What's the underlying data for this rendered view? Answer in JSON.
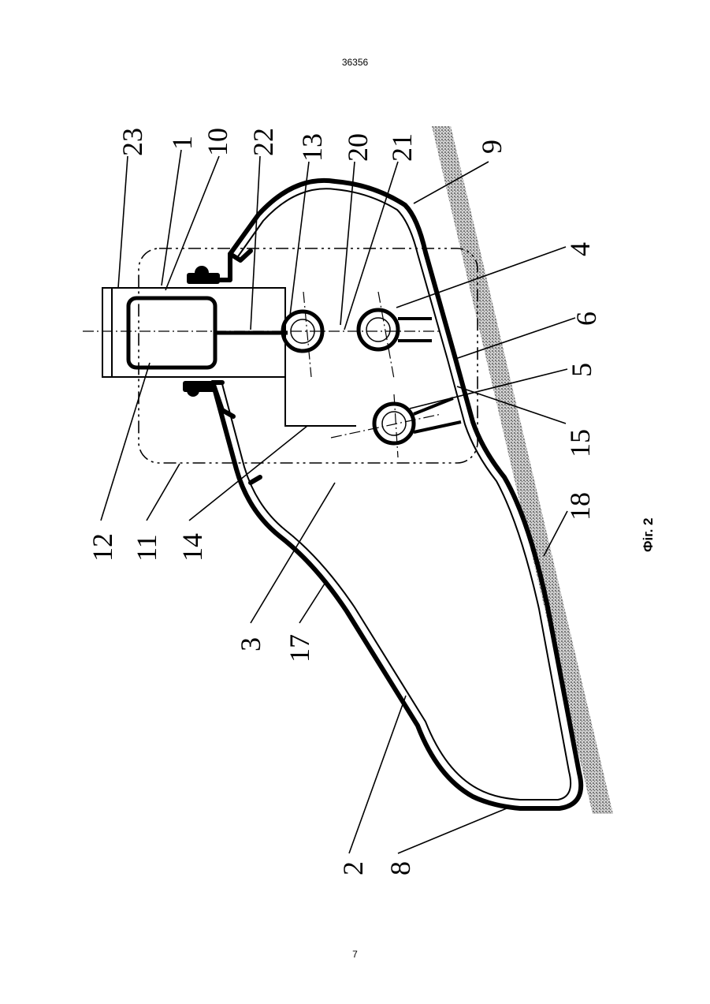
{
  "header": {
    "doc_number": "36356"
  },
  "footer": {
    "page_number": "7"
  },
  "figure": {
    "caption": "Фіг. 2",
    "labels": {
      "l23": "23",
      "l1": "1",
      "l10": "10",
      "l22": "22",
      "l13": "13",
      "l20": "20",
      "l21": "21",
      "l9": "9",
      "l4": "4",
      "l6": "6",
      "l5": "5",
      "l15": "15",
      "l18": "18",
      "l12": "12",
      "l11": "11",
      "l14": "14",
      "l3": "3",
      "l17": "17",
      "l2": "2",
      "l8": "8"
    }
  }
}
